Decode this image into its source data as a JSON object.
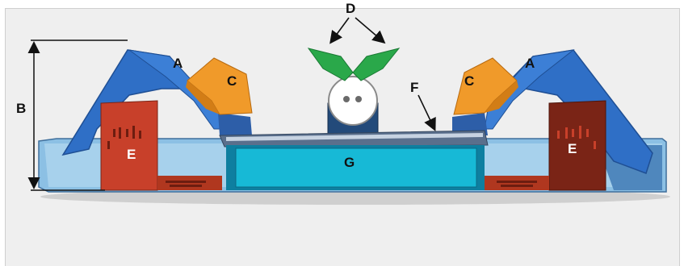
{
  "labels": {
    "a": "A",
    "b": "B",
    "c": "C",
    "d": "D",
    "e": "E",
    "f": "F",
    "g": "G"
  },
  "colors": {
    "frame_blue": "#2f6fc6",
    "tray_blue": "#7fb5df",
    "flap_orange": "#f09a2a",
    "panel_red": "#c8402a",
    "panel_dark_red": "#7a2416",
    "center_box": "#17b9d6",
    "wing_green": "#2aa84a",
    "stem_navy": "#234a7a"
  }
}
